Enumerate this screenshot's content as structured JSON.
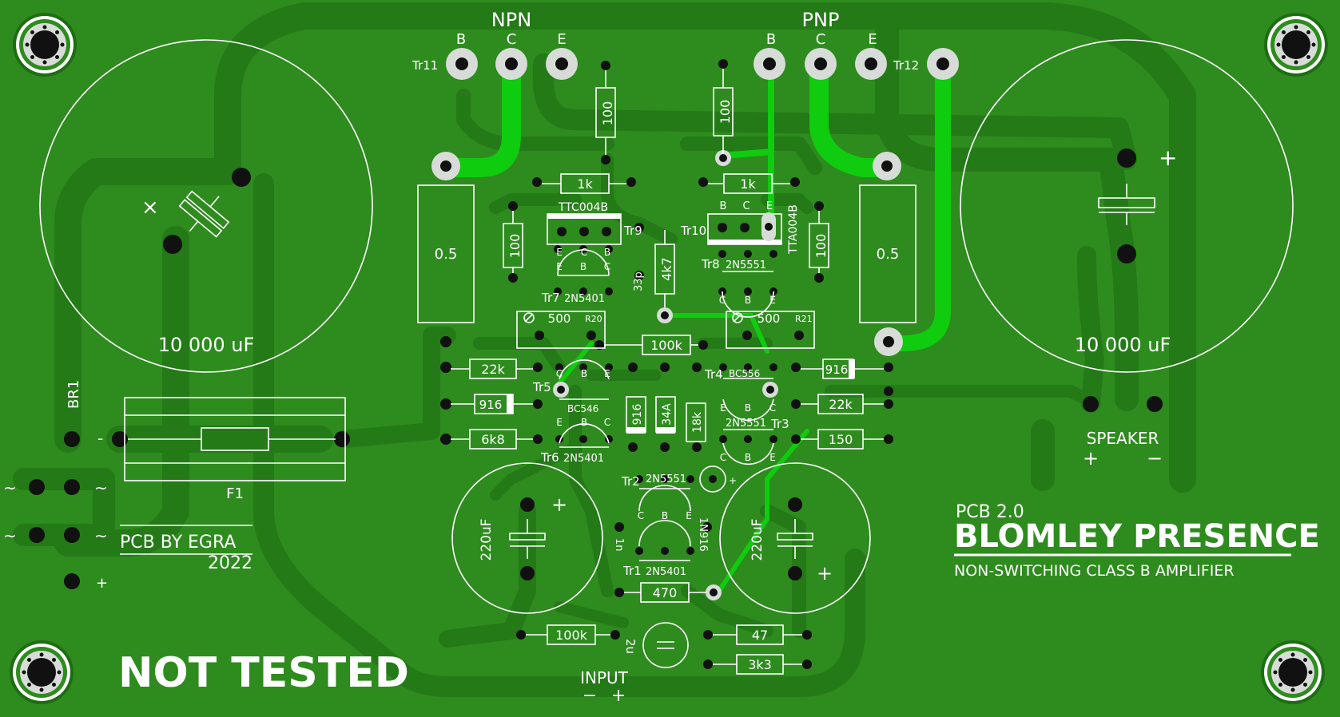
{
  "board": {
    "colors": {
      "board": "#2e8b1e",
      "track": "#237a17",
      "bright_track": "#0fcc0f",
      "silk": "#ffffff",
      "pad": "#d8dcd8"
    },
    "labels": {
      "npn": "NPN",
      "pnp": "PNP",
      "npn_b": "B",
      "npn_c": "C",
      "npn_e": "E",
      "pnp_b": "B",
      "pnp_c": "C",
      "pnp_e": "E",
      "tr11": "Tr11",
      "tr12": "Tr12",
      "cap_left": "10 000 uF",
      "cap_right": "10 000 uF",
      "br1": "BR1",
      "f1": "F1",
      "br_minus": "-",
      "br_plus": "+",
      "ac1": "~",
      "ac2": "~",
      "ac3": "~",
      "ac4": "~",
      "pcb_by": "PCB BY EGRA",
      "year": "2022",
      "not_tested": "NOT TESTED",
      "pcb_version": "PCB 2.0",
      "title": "BLOMLEY PRESENCE",
      "subtitle": "NON-SWITCHING CLASS B AMPLIFIER",
      "speaker": "SPEAKER",
      "speaker_plus": "+",
      "speaker_minus": "−",
      "input": "INPUT",
      "input_minus": "−",
      "input_plus": "+",
      "r_emitter_left": "0.5",
      "r_emitter_right": "0.5",
      "r100_a": "100",
      "r100_b": "100",
      "r100_c": "100",
      "r100_d": "100",
      "r1k_a": "1k",
      "r1k_b": "1k",
      "ttc": "TTC004B",
      "tr9": "Tr9",
      "tta": "TTA004B",
      "tr10": "Tr10",
      "tr10_b": "B",
      "tr10_c": "C",
      "tr10_e": "E",
      "tr9_e": "E",
      "tr9_c": "C",
      "tr9_b": "B",
      "tr7_e": "E",
      "tr7_b": "B",
      "tr7_c": "C",
      "tr7": "Tr7",
      "tr7_part": "2N5401",
      "tr8": "Tr8",
      "tr8_part": "2N5551",
      "tr8_c": "C",
      "tr8_b": "B",
      "tr8_e": "E",
      "c33p": "33p",
      "r4k7": "4k7",
      "pot500_l": "500",
      "r20": "R20",
      "pot500_r": "500",
      "r21": "R21",
      "r100k": "100k",
      "r22k_l": "22k",
      "r22k_r": "22k",
      "r916_a": "916",
      "r916_b": "916",
      "r916_c": "916",
      "r6k8": "6k8",
      "r150": "150",
      "tr5": "Tr5",
      "tr5_part": "BC546",
      "tr5_c": "C",
      "tr5_b": "B",
      "tr5_e": "E",
      "tr6": "Tr6",
      "tr6_part": "2N5401",
      "tr6_e": "E",
      "tr6_b": "B",
      "tr6_c": "C",
      "tr4": "Tr4",
      "tr4_part": "BC556",
      "tr4_e": "E",
      "tr4_b": "B",
      "tr4_c": "C",
      "tr3": "Tr3",
      "tr3_part": "2N5551",
      "tr3_c": "C",
      "tr3_b": "B",
      "tr3_e": "E",
      "d34a": "34A",
      "r18k": "18k",
      "tr2": "Tr2",
      "tr2_part": "2N5551",
      "tr2_c": "C",
      "tr2_b": "B",
      "tr2_e": "E",
      "tr1": "Tr1",
      "tr1_part": "2N5401",
      "c1n": "1n",
      "d1n916": "1N916",
      "led_plus": "+",
      "c220_l": "220uF",
      "c220_r": "220uF",
      "c220_l_plus": "+",
      "c220_r_plus": "+",
      "r470": "470",
      "r100k_b": "100k",
      "c2u": "2u",
      "r47": "47",
      "r3k3": "3k3",
      "mark_x": "×",
      "mark_plus": "+"
    }
  }
}
